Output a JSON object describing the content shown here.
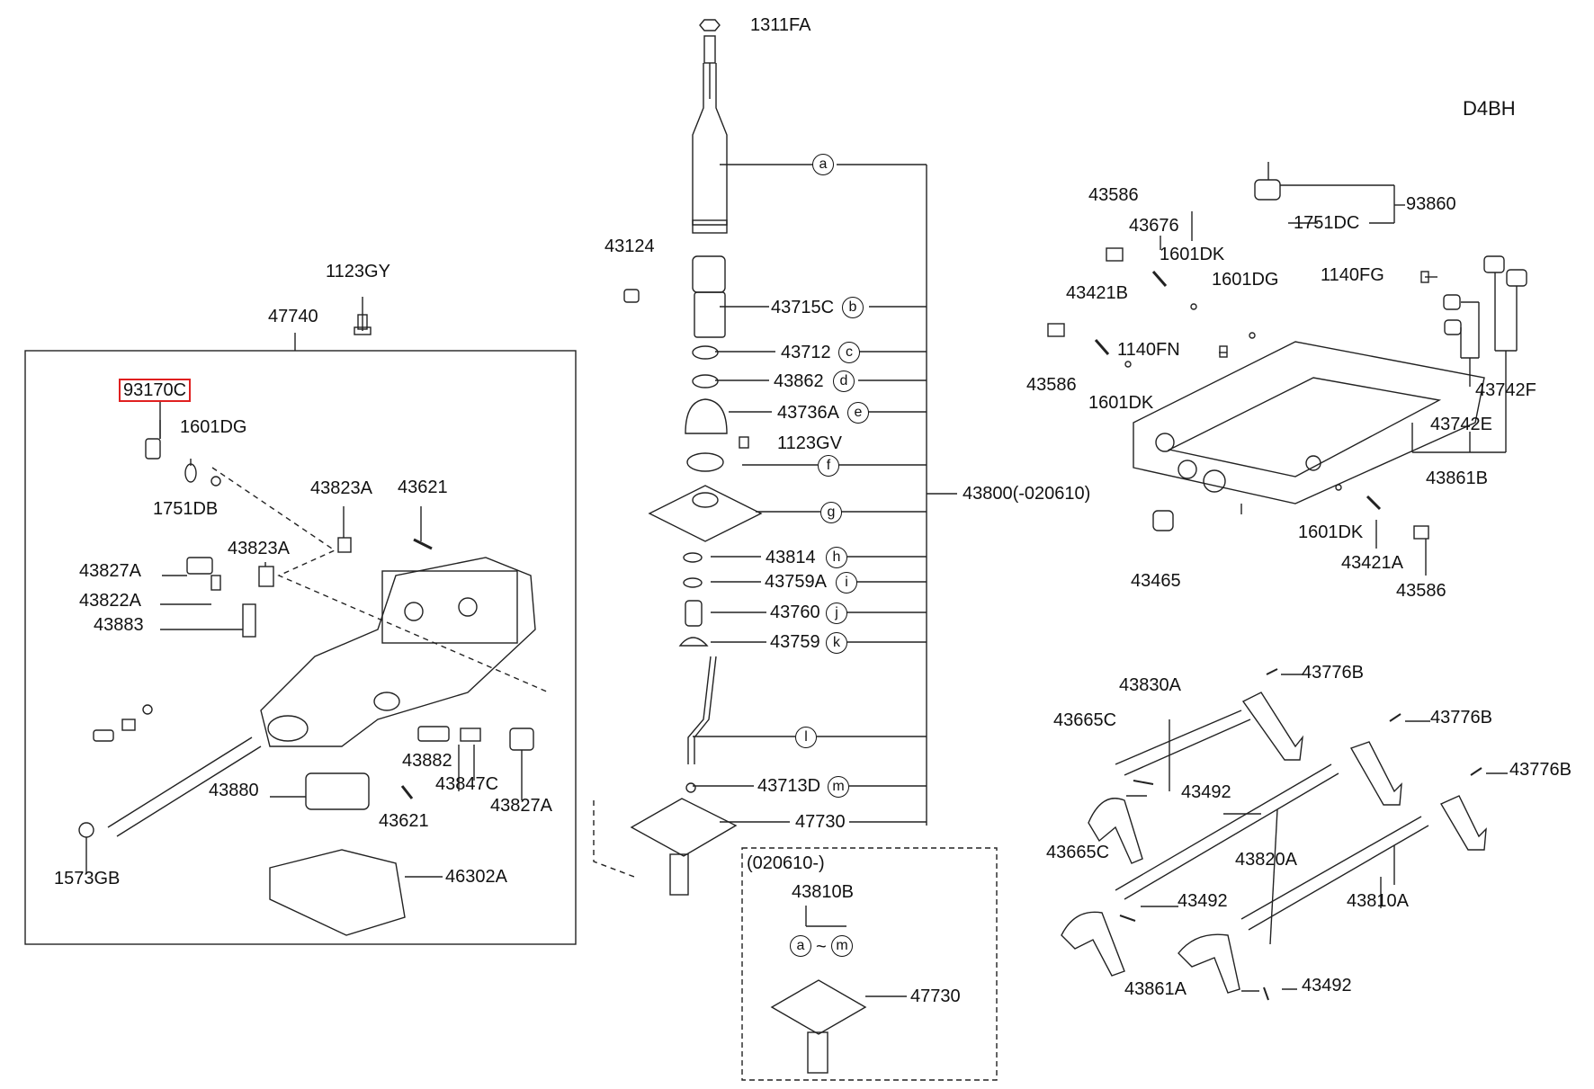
{
  "diagram": {
    "code": "D4BH",
    "highlighted_part": "93170C",
    "labels": {
      "p1311FA": "1311FA",
      "p43124": "43124",
      "p43715C": "43715C",
      "p43712": "43712",
      "p43862": "43862",
      "p43736A": "43736A",
      "p1123GV": "1123GV",
      "p43800": "43800(-020610)",
      "p43814": "43814",
      "p43759A": "43759A",
      "p43760": "43760",
      "p43759": "43759",
      "p43713D": "43713D",
      "p47730a": "47730",
      "p020610": "(020610-)",
      "p43810B": "43810B",
      "p47730b": "47730",
      "p1123GY": "1123GY",
      "p47740": "47740",
      "p93170C": "93170C",
      "p1601DGa": "1601DG",
      "p1751DB": "1751DB",
      "p43823Aa": "43823A",
      "p43621a": "43621",
      "p43823Ab": "43823A",
      "p43827Aa": "43827A",
      "p43822A": "43822A",
      "p43883": "43883",
      "p43882": "43882",
      "p43880": "43880",
      "p43847C": "43847C",
      "p43827Ab": "43827A",
      "p43621b": "43621",
      "p1573GB": "1573GB",
      "p46302A": "46302A",
      "p43586a": "43586",
      "p43676": "43676",
      "p1601DKa": "1601DK",
      "p1601DGb": "1601DG",
      "p93860": "93860",
      "p1751DC": "1751DC",
      "p1140FG": "1140FG",
      "p43421Ba": "43421B",
      "p1140FN": "1140FN",
      "p43586b": "43586",
      "p1601DKb": "1601DK",
      "p43742F": "43742F",
      "p43742E": "43742E",
      "p43861B": "43861B",
      "p1601DKc": "1601DK",
      "p43465": "43465",
      "p43421Ab": "43421A",
      "p43586c": "43586",
      "p43830A": "43830A",
      "p43776Ba": "43776B",
      "p43776Bb": "43776B",
      "p43776Bc": "43776B",
      "p43665Ca": "43665C",
      "p43492a": "43492",
      "p43665Cb": "43665C",
      "p43820A": "43820A",
      "p43492b": "43492",
      "p43810A": "43810A",
      "p43861A": "43861A",
      "p43492c": "43492"
    },
    "callouts": {
      "a": "a",
      "b": "b",
      "c": "c",
      "d": "d",
      "e": "e",
      "f": "f",
      "g": "g",
      "h": "h",
      "i": "i",
      "j": "j",
      "k": "k",
      "l": "l",
      "m": "m",
      "a2": "a",
      "m2": "m",
      "tilde": "~"
    }
  }
}
